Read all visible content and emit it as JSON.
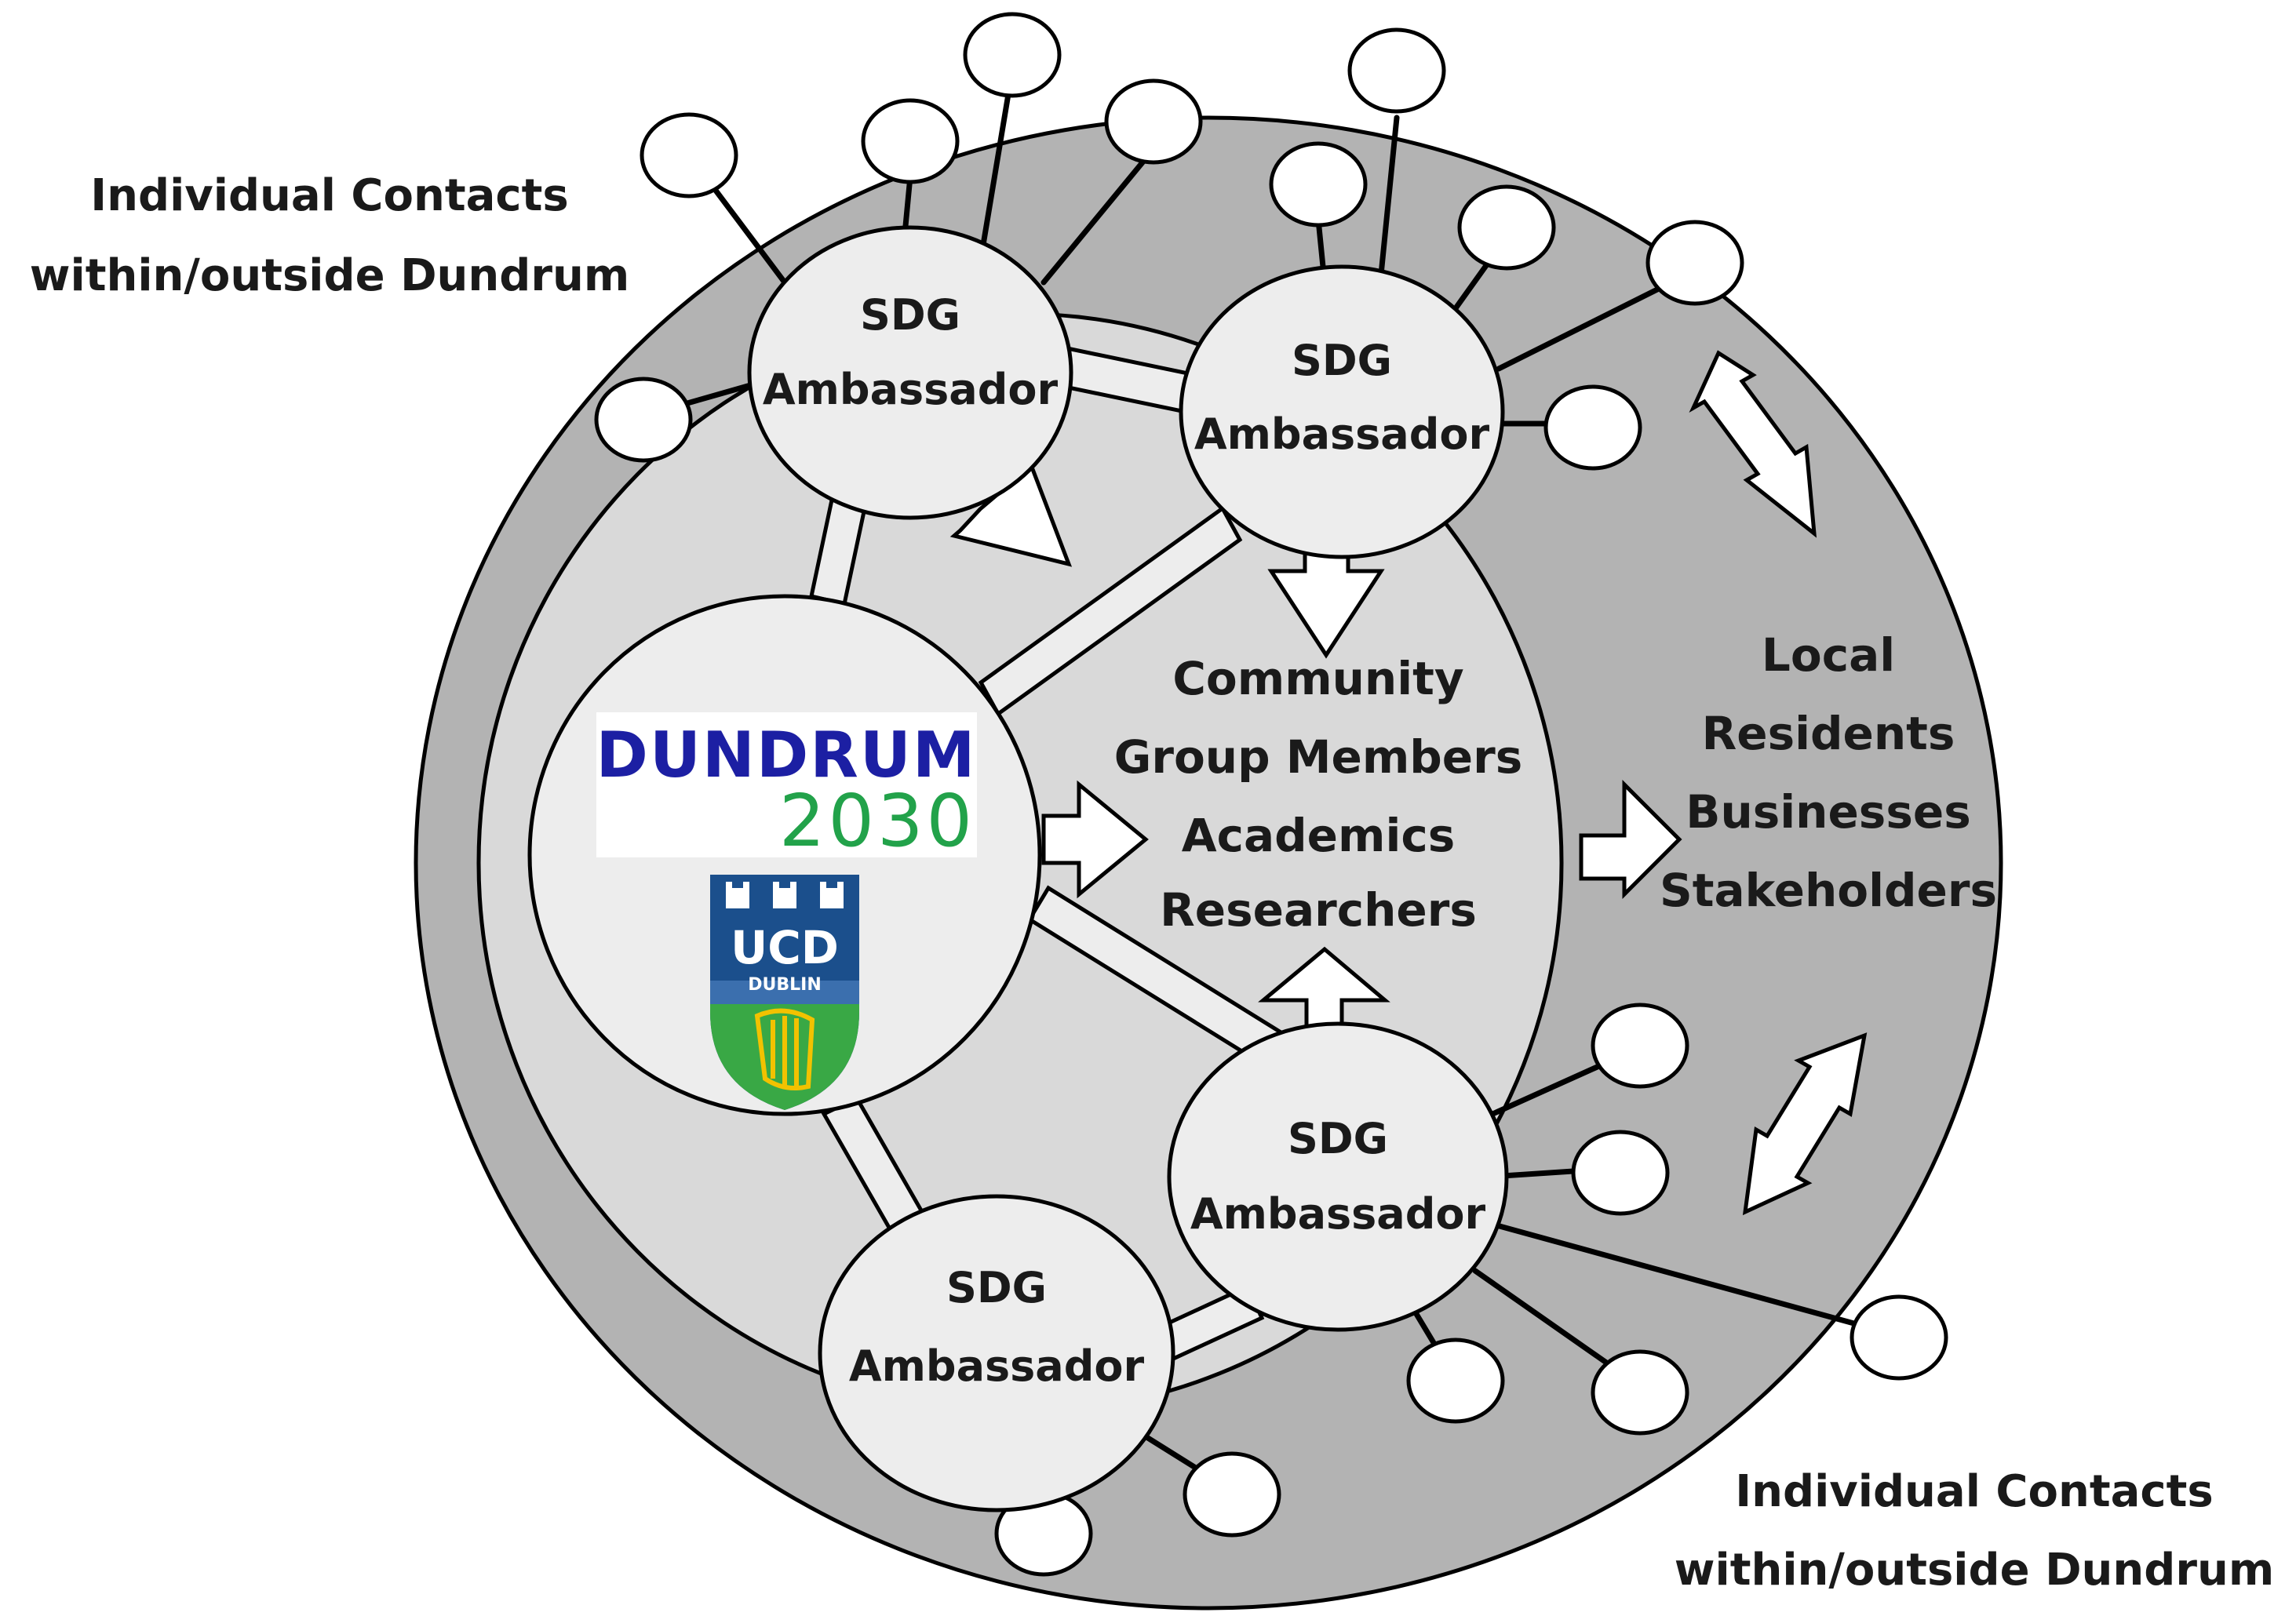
{
  "labels": {
    "top_left_line1": "Individual Contacts",
    "top_left_line2": "within/outside Dundrum",
    "bottom_right_line1": "Individual Contacts",
    "bottom_right_line2": "within/outside Dundrum",
    "ambassador_top": "SDG",
    "ambassador_bottom": "Ambassador",
    "community": [
      "Community",
      "Group Members",
      "Academics",
      "Researchers"
    ],
    "outer": [
      "Local",
      "Residents",
      "Businesses",
      "Stakeholders"
    ]
  },
  "logos": {
    "dundrum_word": "DUNDRUM",
    "dundrum_year": "2030",
    "ucd_top": "UCD",
    "ucd_bottom": "DUBLIN"
  },
  "colors": {
    "outer_ring": "#b3b3b3",
    "inner_disc": "#d9d9d9",
    "node_fill": "#ededed",
    "contact_fill": "#ffffff",
    "stroke": "#000000",
    "dundrum_blue": "#1c1fa3",
    "dundrum_green": "#22a24a",
    "ucd_blue": "#1b4f8c",
    "ucd_green": "#39a845",
    "ucd_gold": "#f2c200"
  }
}
